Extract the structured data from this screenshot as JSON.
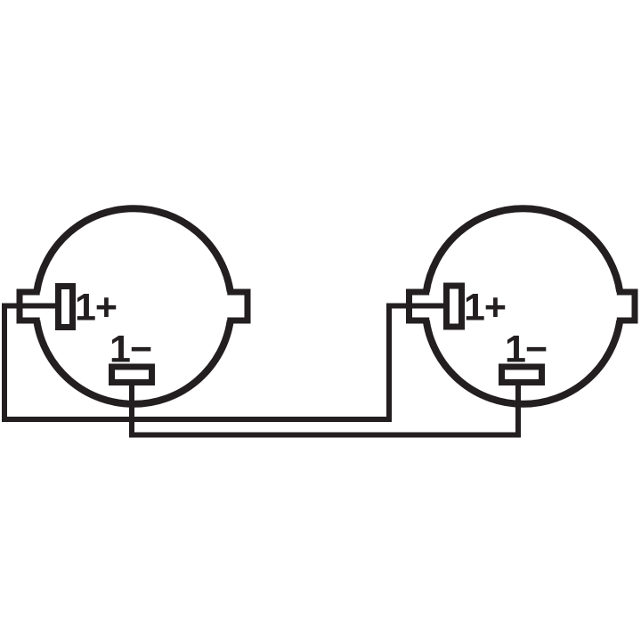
{
  "diagram": {
    "kind": "speaker-cable-wiring-diagram",
    "background_color": "#ffffff",
    "ink_color": "#231f20",
    "connectors": [
      {
        "name": "left-connector",
        "terminals": [
          {
            "label": "1+"
          },
          {
            "label": "1−"
          }
        ]
      },
      {
        "name": "right-connector",
        "terminals": [
          {
            "label": "1+"
          },
          {
            "label": "1−"
          }
        ]
      }
    ]
  }
}
